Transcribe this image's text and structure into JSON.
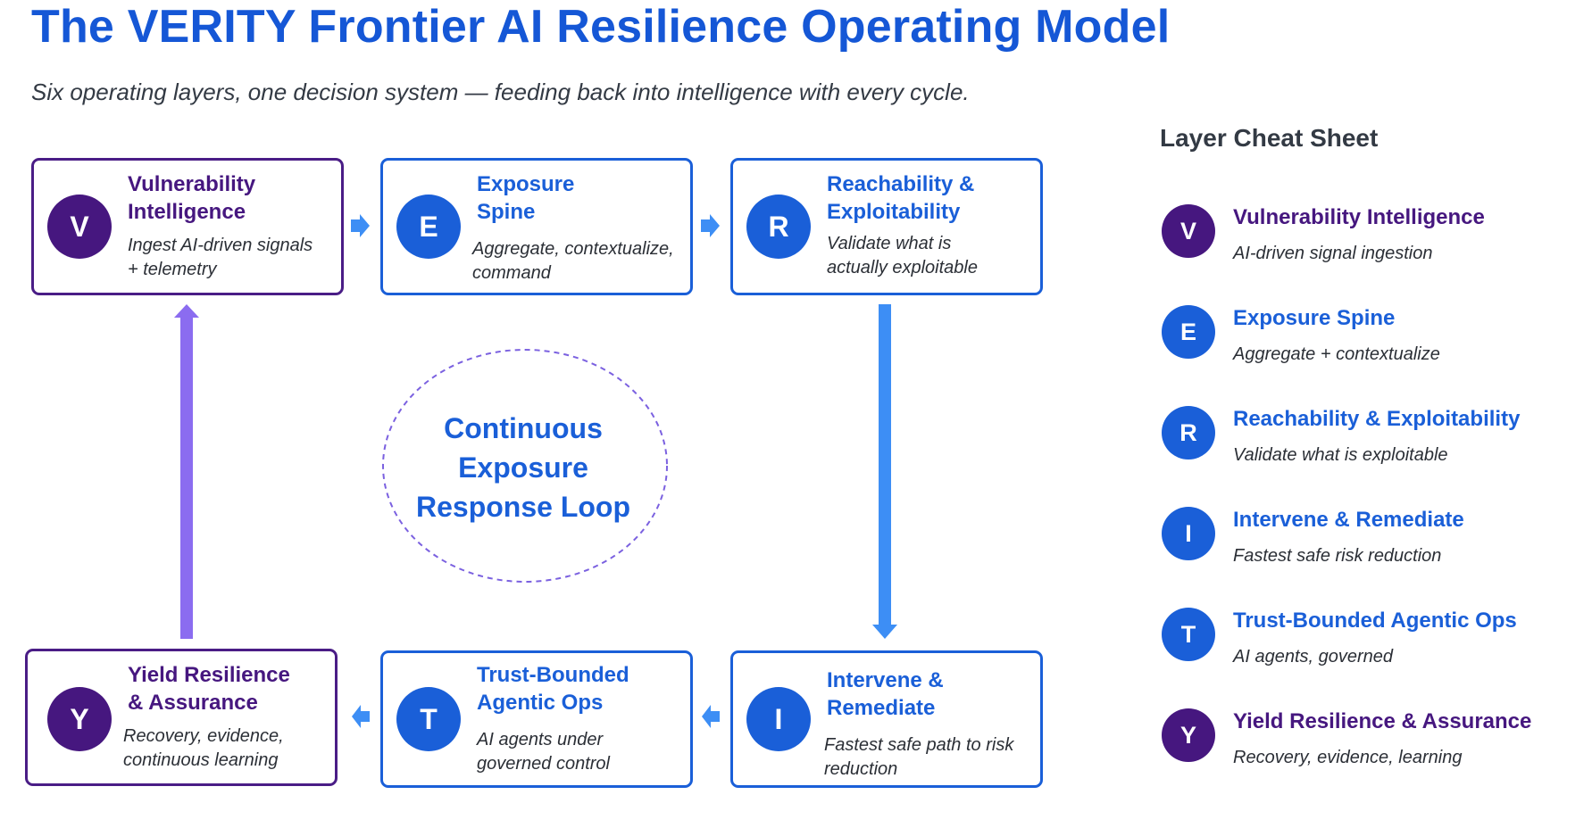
{
  "header": {
    "title": "The VERITY Frontier AI Resilience Operating Model",
    "subtitle": "Six operating layers, one decision system — feeding back into intelligence with every cycle."
  },
  "colors": {
    "blue": "#1a5fd8",
    "purple": "#46177f",
    "arrow_blue": "#3d8ef5",
    "arrow_purple": "#8b6cf0"
  },
  "loop": {
    "line1": "Continuous",
    "line2": "Exposure",
    "line3": "Response Loop"
  },
  "layers": [
    {
      "letter": "V",
      "title1": "Vulnerability",
      "title2": "Intelligence",
      "desc1": "Ingest AI-driven signals",
      "desc2": "+ telemetry"
    },
    {
      "letter": "E",
      "title1": "Exposure",
      "title2": "Spine",
      "desc1": "Aggregate, contextualize,",
      "desc2": "command"
    },
    {
      "letter": "R",
      "title1": "Reachability &",
      "title2": "Exploitability",
      "desc1": "Validate what is",
      "desc2": "actually exploitable"
    },
    {
      "letter": "I",
      "title1": "Intervene &",
      "title2": "Remediate",
      "desc1": "Fastest safe path to risk",
      "desc2": "reduction"
    },
    {
      "letter": "T",
      "title1": "Trust-Bounded",
      "title2": "Agentic Ops",
      "desc1": "AI agents under",
      "desc2": "governed control"
    },
    {
      "letter": "Y",
      "title1": "Yield Resilience",
      "title2": "& Assurance",
      "desc1": "Recovery, evidence,",
      "desc2": "continuous learning"
    }
  ],
  "cheat_sheet": {
    "heading": "Layer Cheat Sheet",
    "items": [
      {
        "letter": "V",
        "name": "Vulnerability Intelligence",
        "desc": "AI-driven signal ingestion"
      },
      {
        "letter": "E",
        "name": "Exposure Spine",
        "desc": "Aggregate + contextualize"
      },
      {
        "letter": "R",
        "name": "Reachability & Exploitability",
        "desc": "Validate what is exploitable"
      },
      {
        "letter": "I",
        "name": "Intervene & Remediate",
        "desc": "Fastest safe risk reduction"
      },
      {
        "letter": "T",
        "name": "Trust-Bounded Agentic Ops",
        "desc": "AI agents, governed"
      },
      {
        "letter": "Y",
        "name": "Yield Resilience & Assurance",
        "desc": "Recovery, evidence, learning"
      }
    ]
  }
}
